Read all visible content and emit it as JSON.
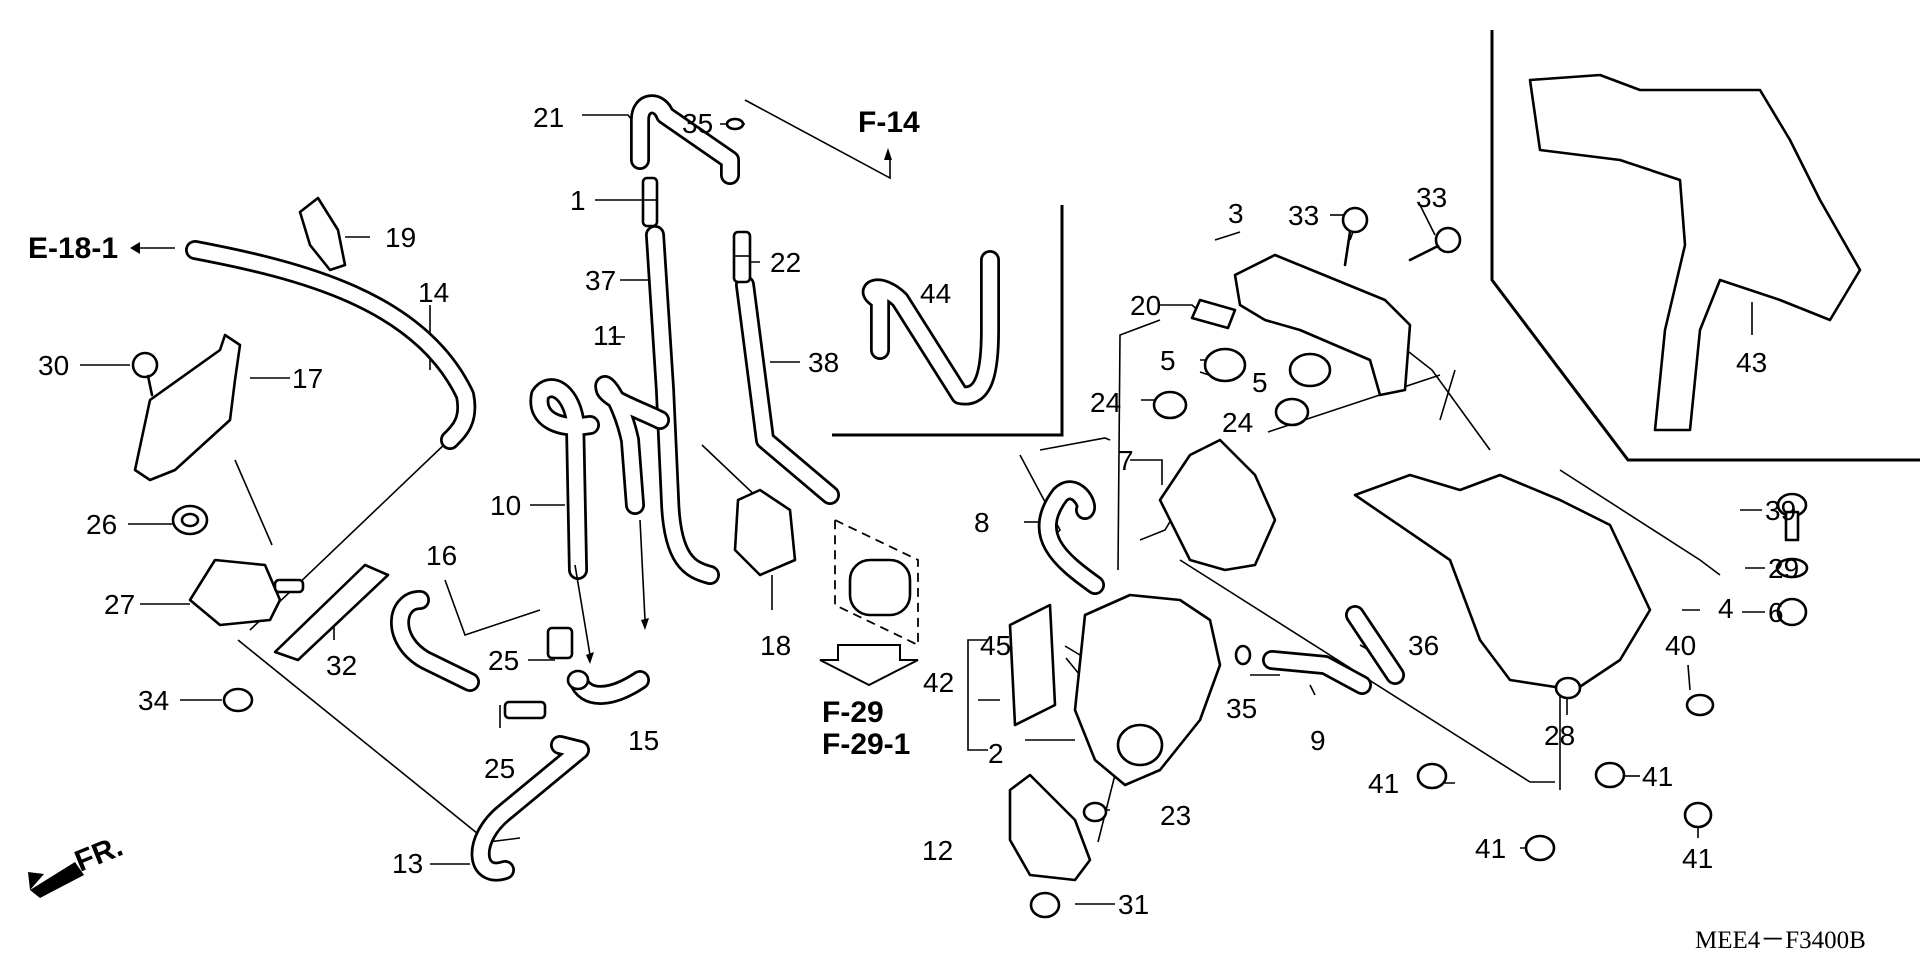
{
  "diagram_code": "MEE4－F3400B",
  "front_label": "FR.",
  "references": {
    "e18_1": "E-18-1",
    "f14": "F-14",
    "f29": "F-29",
    "f29_1": "F-29-1"
  },
  "parts": [
    {
      "number": "1"
    },
    {
      "number": "2"
    },
    {
      "number": "3"
    },
    {
      "number": "4"
    },
    {
      "number": "5"
    },
    {
      "number": "6"
    },
    {
      "number": "7"
    },
    {
      "number": "8"
    },
    {
      "number": "9"
    },
    {
      "number": "10"
    },
    {
      "number": "11"
    },
    {
      "number": "12"
    },
    {
      "number": "13"
    },
    {
      "number": "14"
    },
    {
      "number": "15"
    },
    {
      "number": "16"
    },
    {
      "number": "17"
    },
    {
      "number": "18"
    },
    {
      "number": "19"
    },
    {
      "number": "20"
    },
    {
      "number": "21"
    },
    {
      "number": "22"
    },
    {
      "number": "23"
    },
    {
      "number": "24"
    },
    {
      "number": "25"
    },
    {
      "number": "26"
    },
    {
      "number": "27"
    },
    {
      "number": "28"
    },
    {
      "number": "29"
    },
    {
      "number": "30"
    },
    {
      "number": "31"
    },
    {
      "number": "32"
    },
    {
      "number": "33"
    },
    {
      "number": "34"
    },
    {
      "number": "35"
    },
    {
      "number": "36"
    },
    {
      "number": "37"
    },
    {
      "number": "38"
    },
    {
      "number": "39"
    },
    {
      "number": "40"
    },
    {
      "number": "41"
    },
    {
      "number": "42"
    },
    {
      "number": "43"
    },
    {
      "number": "44"
    },
    {
      "number": "45"
    }
  ]
}
